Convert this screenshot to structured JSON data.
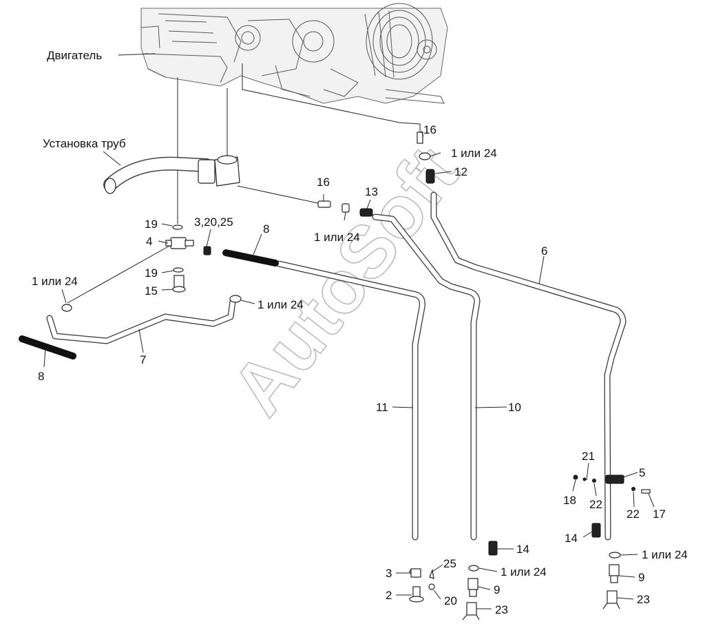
{
  "diagram": {
    "watermark": "AutoSoft",
    "callouts": {
      "engine": "Двигатель",
      "pipes_install": "Установка труб",
      "c16a": "16",
      "c1_24a": "1 или 24",
      "c12": "12",
      "c16b": "16",
      "c13": "13",
      "c1_24b": "1 или 24",
      "c19a": "19",
      "c3_20_25": "3,20,25",
      "c8a": "8",
      "c4": "4",
      "c19b": "19",
      "c15": "15",
      "c1_24c": "1 или 24",
      "c1_24d": "1 или 24",
      "c7": "7",
      "c8b": "8",
      "c6": "6",
      "c11": "11",
      "c10": "10",
      "c21": "21",
      "c5": "5",
      "c18": "18",
      "c22a": "22",
      "c22b": "22",
      "c17": "17",
      "c14a": "14",
      "c14b": "14",
      "c1_24e": "1 или 24",
      "c1_24f": "1 или 24",
      "c25": "25",
      "c3": "3",
      "c9a": "9",
      "c9b": "9",
      "c2": "2",
      "c20": "20",
      "c23a": "23",
      "c23b": "23"
    }
  }
}
